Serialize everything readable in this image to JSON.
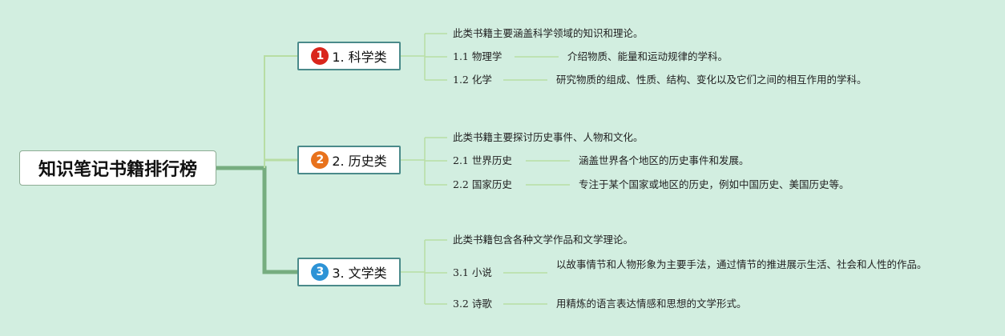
{
  "root": {
    "title": "知识笔记书籍排行榜"
  },
  "colors": {
    "background": "#d2eee0",
    "trunk_line": "#76ad7f",
    "branch_line": "#b8dda4",
    "badge_1": "#d9261c",
    "badge_2": "#e8721c",
    "badge_3": "#2d93d6"
  },
  "branches": [
    {
      "badge": "1",
      "label": "1. 科学类",
      "description": "此类书籍主要涵盖科学领域的知识和理论。",
      "children": [
        {
          "label": "1.1 物理学",
          "detail": "介绍物质、能量和运动规律的学科。"
        },
        {
          "label": "1.2 化学",
          "detail": "研究物质的组成、性质、结构、变化以及它们之间的相互作用的学科。"
        }
      ]
    },
    {
      "badge": "2",
      "label": "2. 历史类",
      "description": "此类书籍主要探讨历史事件、人物和文化。",
      "children": [
        {
          "label": "2.1 世界历史",
          "detail": "涵盖世界各个地区的历史事件和发展。"
        },
        {
          "label": "2.2 国家历史",
          "detail": "专注于某个国家或地区的历史，例如中国历史、美国历史等。"
        }
      ]
    },
    {
      "badge": "3",
      "label": "3. 文学类",
      "description": "此类书籍包含各种文学作品和文学理论。",
      "children": [
        {
          "label": "3.1 小说",
          "detail": "以故事情节和人物形象为主要手法，通过情节的推进展示生活、社会和人性的作品。"
        },
        {
          "label": "3.2 诗歌",
          "detail": "用精炼的语言表达情感和思想的文学形式。"
        }
      ]
    }
  ]
}
